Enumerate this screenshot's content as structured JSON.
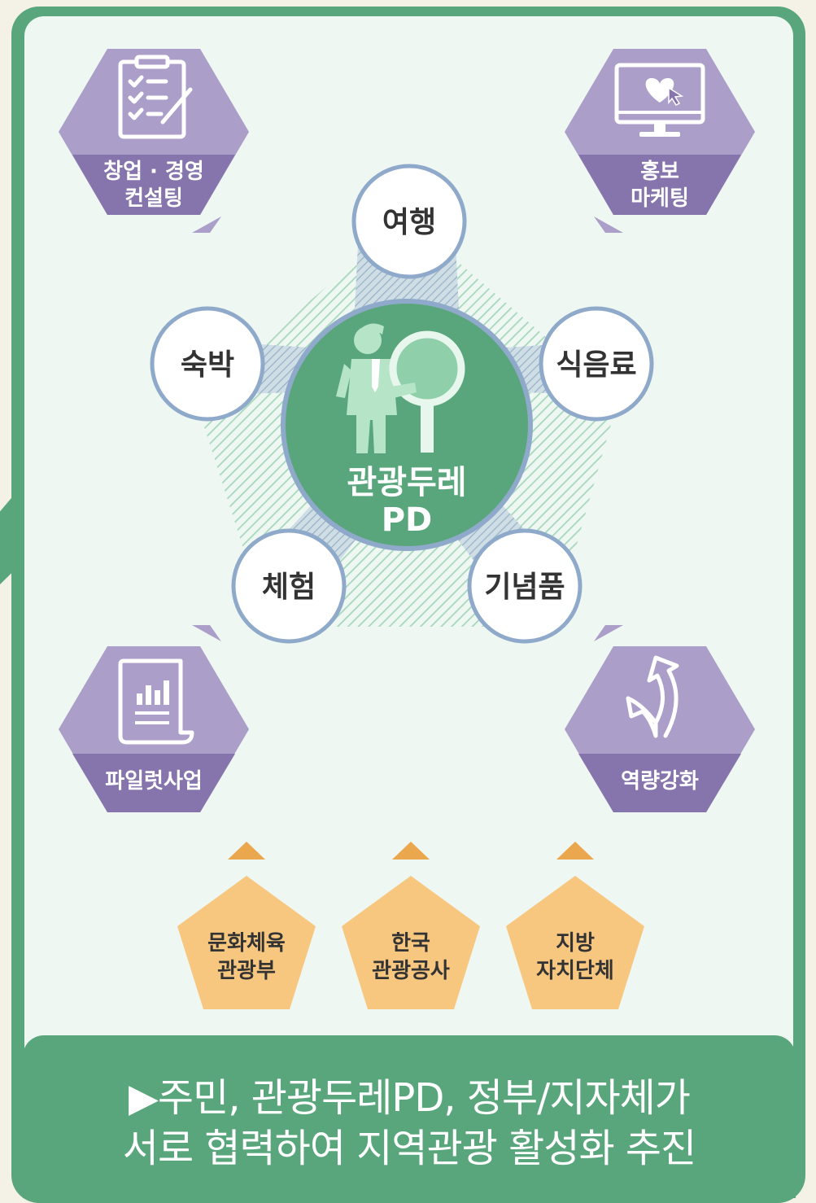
{
  "center": {
    "line1": "관광두레",
    "line2": "PD"
  },
  "circles": [
    "여행",
    "숙박",
    "식음료",
    "체험",
    "기념품"
  ],
  "hexagons": {
    "top_left": {
      "line1": "창업 · 경영",
      "line2": "컨설팅",
      "icon": "clipboard-checklist-icon"
    },
    "top_right": {
      "line1": "홍보",
      "line2": "마케팅",
      "icon": "monitor-heart-icon"
    },
    "bottom_left": {
      "line1": "파일럿사업",
      "icon": "report-chart-icon"
    },
    "bottom_right": {
      "line1": "역량강화",
      "icon": "up-arrow-icon"
    }
  },
  "pentagons": [
    {
      "line1": "문화체육",
      "line2": "관광부"
    },
    {
      "line1": "한국",
      "line2": "관광공사"
    },
    {
      "line1": "지방",
      "line2": "자치단체"
    }
  ],
  "banner": {
    "line1": "▶주민, 관광두레PD, 정부/지자체가",
    "line2": "서로 협력하여 지역관광 활성화 추진"
  },
  "colors": {
    "green": "#5aa67c",
    "light_green_bg": "#eef7f2",
    "purple": "#ab9ec8",
    "dark_purple": "#8675ad",
    "orange": "#f8c77f",
    "circle_border": "#8ea9c9"
  }
}
